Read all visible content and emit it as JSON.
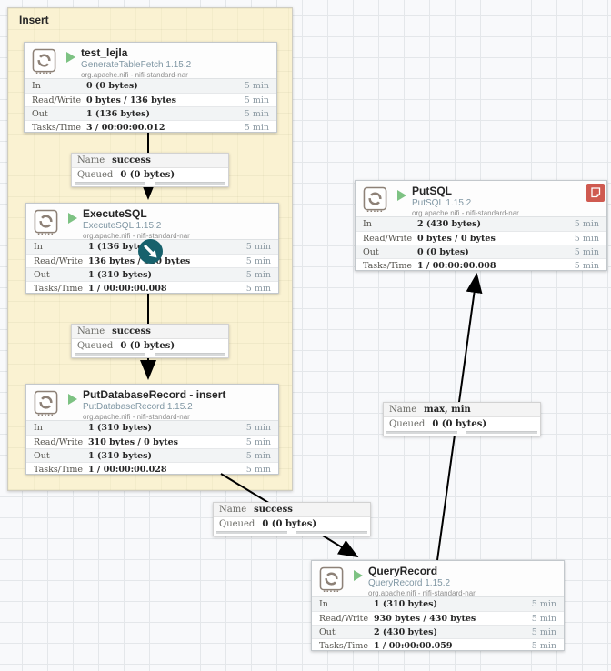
{
  "group": {
    "title": "Insert"
  },
  "labels": {
    "in": "In",
    "read_write": "Read/Write",
    "out": "Out",
    "tasks_time": "Tasks/Time",
    "window": "5 min",
    "name": "Name",
    "queued": "Queued"
  },
  "processors": [
    {
      "name": "test_lejla",
      "type": "GenerateTableFetch 1.15.2",
      "bundle": "org.apache.nifi - nifi-standard-nar",
      "stats": {
        "in": "0 (0 bytes)",
        "read_write": "0 bytes / 136 bytes",
        "out": "1 (136 bytes)",
        "tasks_time": "3 / 00:00:00.012"
      }
    },
    {
      "name": "ExecuteSQL",
      "type": "ExecuteSQL 1.15.2",
      "bundle": "org.apache.nifi - nifi-standard-nar",
      "stats": {
        "in": "1 (136 bytes)",
        "read_write": "136 bytes / 310 bytes",
        "out": "1 (310 bytes)",
        "tasks_time": "1 / 00:00:00.008"
      }
    },
    {
      "name": "PutDatabaseRecord - insert",
      "type": "PutDatabaseRecord 1.15.2",
      "bundle": "org.apache.nifi - nifi-standard-nar",
      "stats": {
        "in": "1 (310 bytes)",
        "read_write": "310 bytes / 0 bytes",
        "out": "1 (310 bytes)",
        "tasks_time": "1 / 00:00:00.028"
      }
    },
    {
      "name": "PutSQL",
      "type": "PutSQL 1.15.2",
      "bundle": "org.apache.nifi - nifi-standard-nar",
      "stats": {
        "in": "2 (430 bytes)",
        "read_write": "0 bytes / 0 bytes",
        "out": "0 (0 bytes)",
        "tasks_time": "1 / 00:00:00.008"
      }
    },
    {
      "name": "QueryRecord",
      "type": "QueryRecord 1.15.2",
      "bundle": "org.apache.nifi - nifi-standard-nar",
      "stats": {
        "in": "1 (310 bytes)",
        "read_write": "930 bytes / 430 bytes",
        "out": "2 (430 bytes)",
        "tasks_time": "1 / 00:00:00.059"
      }
    }
  ],
  "connections": [
    {
      "name": "success",
      "queued": "0 (0 bytes)"
    },
    {
      "name": "success",
      "queued": "0 (0 bytes)"
    },
    {
      "name": "success",
      "queued": "0 (0 bytes)"
    },
    {
      "name": "max, min",
      "queued": "0 (0 bytes)"
    }
  ],
  "colors": {
    "group_fill": "#faf2d2",
    "run_green": "#7dc283",
    "bulletin_red": "#cf5a50",
    "marker_teal": "#17616c",
    "wire_black": "#000000"
  }
}
